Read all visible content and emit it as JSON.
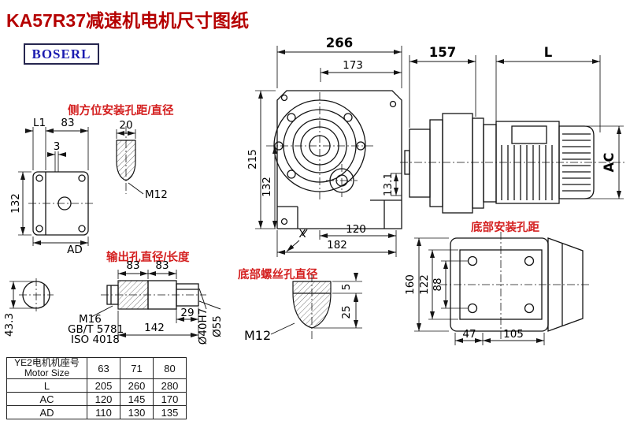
{
  "colors": {
    "title": "#b50000",
    "label": "#d42020",
    "logo_text": "#1b1bb0",
    "logo_border": "#26264f"
  },
  "header": {
    "title": "KA57R37减速机电机尺寸图纸",
    "logo": "BOSERL"
  },
  "annotations": {
    "side_mount": "侧方位安装孔距/直径",
    "output_hole": "输出孔直径/长度",
    "bottom_screw": "底部螺丝孔直径",
    "bottom_mount": "底部安装孔距"
  },
  "dims": {
    "main": {
      "w266": "266",
      "w173": "173",
      "h215": "215",
      "h132": "132",
      "d131": "13.1",
      "w120": "120",
      "w182": "182",
      "x_ref": "X"
    },
    "motor": {
      "w157": "157",
      "len": "L",
      "ac": "AC"
    },
    "side": {
      "l1": "L1",
      "w83": "83",
      "t3": "3",
      "h132": "132",
      "ad": "AD"
    },
    "pin": {
      "w20": "20",
      "thread": "M12"
    },
    "out": {
      "a83": "83",
      "b83": "83",
      "bolt": "M16",
      "std1": "GB/T 5781",
      "std2": "ISO 4018",
      "l29": "29",
      "l142": "142",
      "d40": "Ø40H7",
      "d55": "Ø55",
      "h433": "43.3"
    },
    "bscrew": {
      "thread": "M12",
      "d25": "25",
      "d5": "5"
    },
    "bottom": {
      "h160": "160",
      "h122": "122",
      "h88": "88",
      "w47": "47",
      "w105": "105"
    }
  },
  "table": {
    "row_header_cn": "YE2电机机座号",
    "row_header_en": "Motor Size",
    "sizes": [
      "63",
      "71",
      "80"
    ],
    "rows": [
      {
        "label": "L",
        "values": [
          "205",
          "260",
          "280"
        ]
      },
      {
        "label": "AC",
        "values": [
          "120",
          "145",
          "170"
        ]
      },
      {
        "label": "AD",
        "values": [
          "110",
          "130",
          "135"
        ]
      }
    ]
  }
}
